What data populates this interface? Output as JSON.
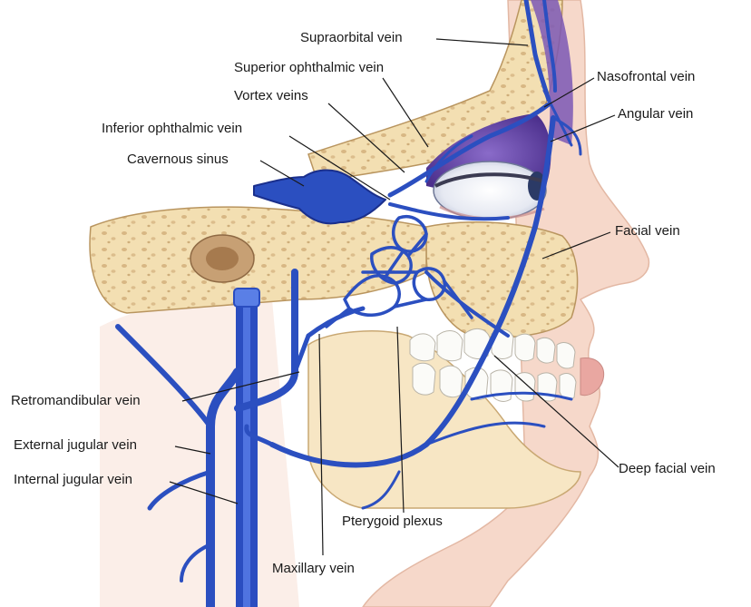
{
  "labels": {
    "supraorbital_vein": "Supraorbital vein",
    "superior_ophthalmic_vein": "Superior ophthalmic vein",
    "nasofrontal_vein": "Nasofrontal vein",
    "vortex_veins": "Vortex veins",
    "angular_vein": "Angular vein",
    "inferior_ophthalmic_vein": "Inferior ophthalmic vein",
    "cavernous_sinus": "Cavernous sinus",
    "facial_vein": "Facial vein",
    "retromandibular_vein": "Retromandibular vein",
    "external_jugular_vein": "External jugular vein",
    "internal_jugular_vein": "Internal jugular vein",
    "deep_facial_vein": "Deep facial vein",
    "pterygoid_plexus": "Pterygoid plexus",
    "maxillary_vein": "Maxillary vein"
  },
  "colors": {
    "vein": "#2b4fc0",
    "vein_dark": "#1a2f8c",
    "bone": "#f2deb0",
    "bone_pore": "#d9b98a",
    "skin": "#f6d9cc",
    "orbit_purple": "#6a4aa8",
    "leader_line": "#1a1a1a"
  }
}
